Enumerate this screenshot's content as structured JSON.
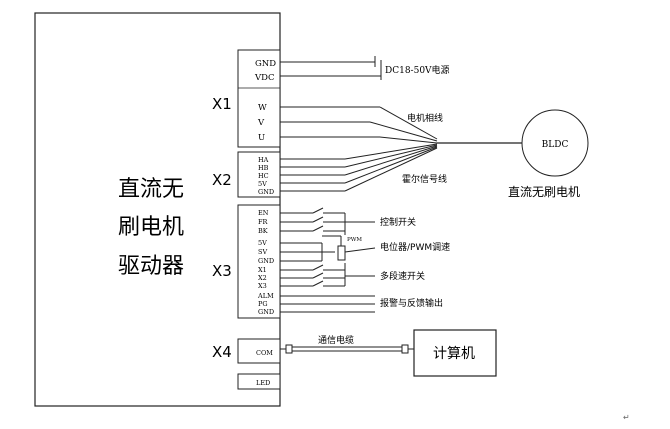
{
  "driver": {
    "title_lines": [
      "直流无",
      "刷电机",
      "驱动器"
    ]
  },
  "ports": {
    "x1": {
      "label": "X1",
      "pins_top": [
        "GND",
        "VDC"
      ],
      "pins_bottom": [
        "W",
        "V",
        "U"
      ]
    },
    "x2": {
      "label": "X2",
      "pins": [
        "HA",
        "HB",
        "HC",
        "5V",
        "GND"
      ]
    },
    "x3": {
      "label": "X3",
      "pins": [
        "EN",
        "FR",
        "BK",
        "5V",
        "SV",
        "GND",
        "X1",
        "X2",
        "X3",
        "ALM",
        "PG",
        "GND"
      ]
    },
    "x4": {
      "label": "X4",
      "pins": [
        "COM"
      ]
    },
    "led": {
      "pins": [
        "LED"
      ]
    }
  },
  "annotations": {
    "power": "DC18-50V电源",
    "motor_phase": "电机相线",
    "hall_signal": "霍尔信号线",
    "control_switch": "控制开关",
    "potentiometer": "电位器/PWM调速",
    "pwm_small": "PWM",
    "multi_speed": "多段速开关",
    "alarm_feedback": "报警与反馈输出",
    "comm_cable": "通信电缆"
  },
  "motor": {
    "label": "BLDC",
    "caption": "直流无刷电机"
  },
  "computer": {
    "label": "计算机"
  },
  "page_mark": "↵"
}
